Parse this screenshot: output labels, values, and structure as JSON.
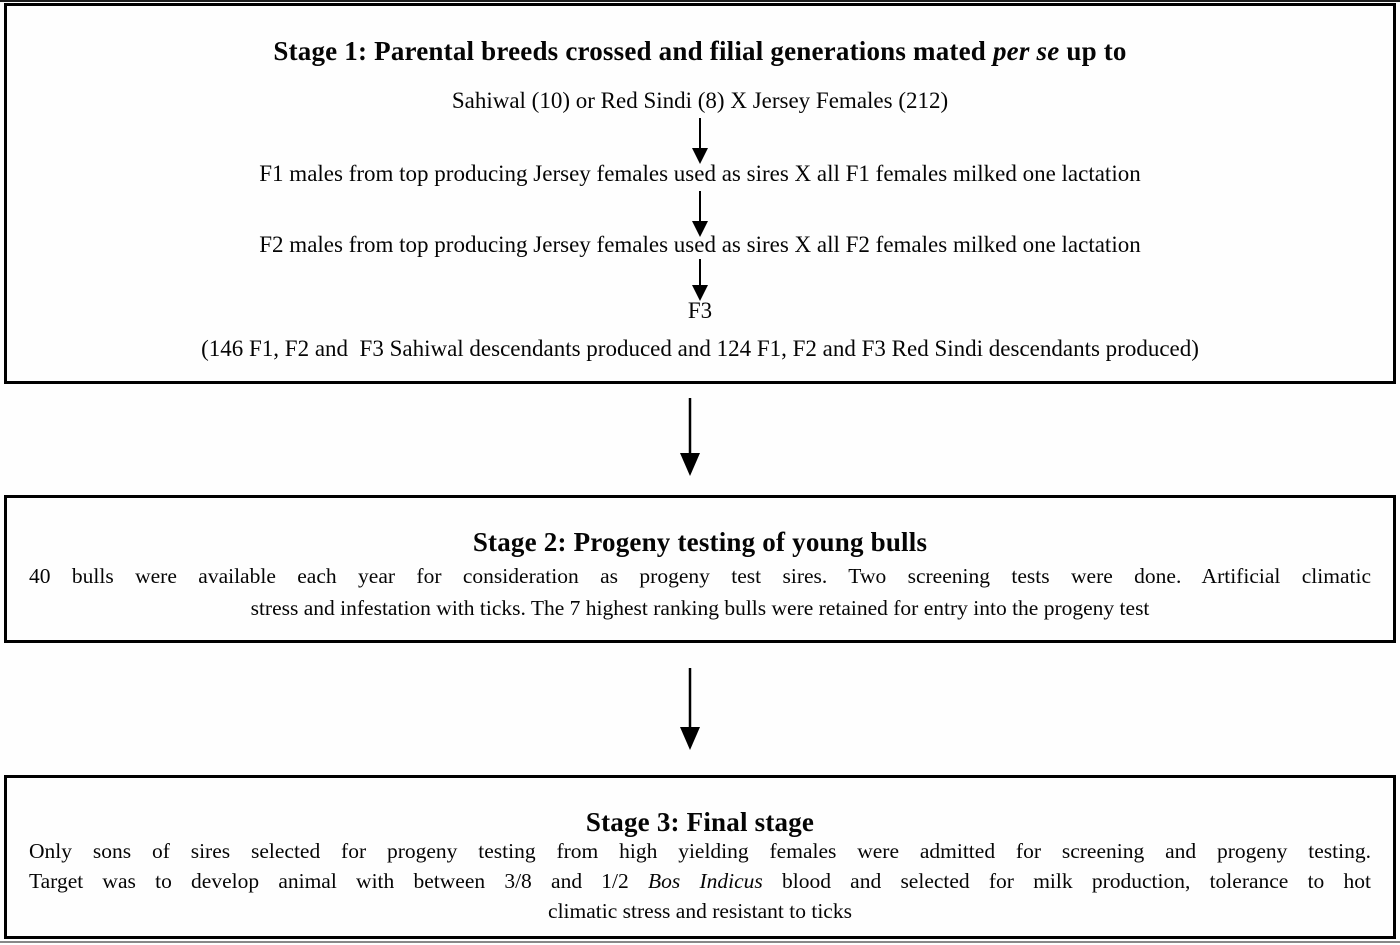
{
  "colors": {
    "background": "#fefefe",
    "box_border": "#000000",
    "text": "#050505"
  },
  "stage1": {
    "title": {
      "prefix": "Stage 1: Parental breeds crossed and filial generations mated ",
      "italic": "per se",
      "suffix": " up to"
    },
    "cross_line": "Sahiwal (10) or Red Sindi (8) X Jersey Females (212)",
    "f1_line": "F1 males from top producing Jersey females used as sires X all F1 females milked one lactation",
    "f2_line": "F2 males from top producing Jersey females used as sires X all F2 females milked one lactation",
    "f3_label": "F3",
    "summary_line": "(146 F1, F2 and  F3 Sahiwal descendants produced and 124 F1, F2 and F3 Red Sindi descendants produced)"
  },
  "stage2": {
    "title": "Stage 2: Progeny testing of young bulls",
    "body_line1": "40 bulls were available each year for consideration as progeny test sires. Two screening tests were done. Artificial climatic",
    "body_line2": "stress and infestation with ticks. The 7 highest ranking bulls were retained for entry into the progeny test"
  },
  "stage3": {
    "title": "Stage 3: Final stage",
    "body_line1": "Only sons of sires selected for progeny testing from high yielding females were admitted for screening and progeny testing.",
    "body_line2": {
      "prefix": "Target was to develop animal with between 3/8 and 1/2 ",
      "italic": "Bos Indicus",
      "suffix": " blood and selected for milk production, tolerance to hot"
    },
    "body_line3": "climatic stress and resistant to ticks"
  }
}
